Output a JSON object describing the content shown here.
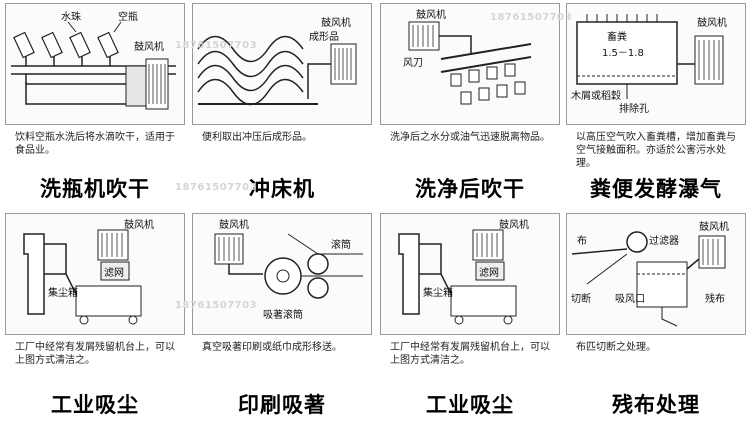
{
  "watermark": "18761507703",
  "panels": [
    {
      "title": "洗瓶机吹干",
      "desc": "饮料空瓶水洗后将水滴吹干，适用于食品业。",
      "labels": {
        "water": "水珠",
        "bottle": "空瓶",
        "blower": "鼓风机"
      }
    },
    {
      "title": "冲床机",
      "desc": "便利取出冲压后成形品。",
      "labels": {
        "blower": "鼓风机",
        "product": "成形品"
      }
    },
    {
      "title": "洗净后吹干",
      "desc": "洗净后之水分或油气迅速脱离物品。",
      "labels": {
        "blower": "鼓风机",
        "knife": "风刀"
      }
    },
    {
      "title": "粪便发酵瀑气",
      "desc": "以高压空气吹入畜粪槽，增加畜粪与空气接触面积。亦适於公害污水处理。",
      "labels": {
        "manure": "畜粪",
        "ratio": "1.5－1.8",
        "blower": "鼓风机",
        "sawdust": "木屑或稻穀",
        "drain": "排除孔"
      }
    },
    {
      "title": "工业吸尘",
      "desc": "工厂中经常有发屑残留机台上，可以上图方式清洁之。",
      "labels": {
        "blower": "鼓风机",
        "filter": "滤网",
        "dustbox": "集尘箱"
      }
    },
    {
      "title": "印刷吸著",
      "desc": "真空吸著印刷或纸巾成形移送。",
      "labels": {
        "blower": "鼓风机",
        "roller": "滚筒",
        "suction": "吸著滚筒"
      }
    },
    {
      "title": "工业吸尘",
      "desc": "工厂中经常有发屑残留机台上，可以上图方式清洁之。",
      "labels": {
        "blower": "鼓风机",
        "filter": "滤网",
        "dustbox": "集尘箱"
      }
    },
    {
      "title": "残布处理",
      "desc": "布匹切断之处理。",
      "labels": {
        "cloth": "布",
        "filter": "过滤器",
        "blower": "鼓风机",
        "cut": "切断",
        "suction": "吸风口",
        "waste": "残布"
      }
    }
  ]
}
